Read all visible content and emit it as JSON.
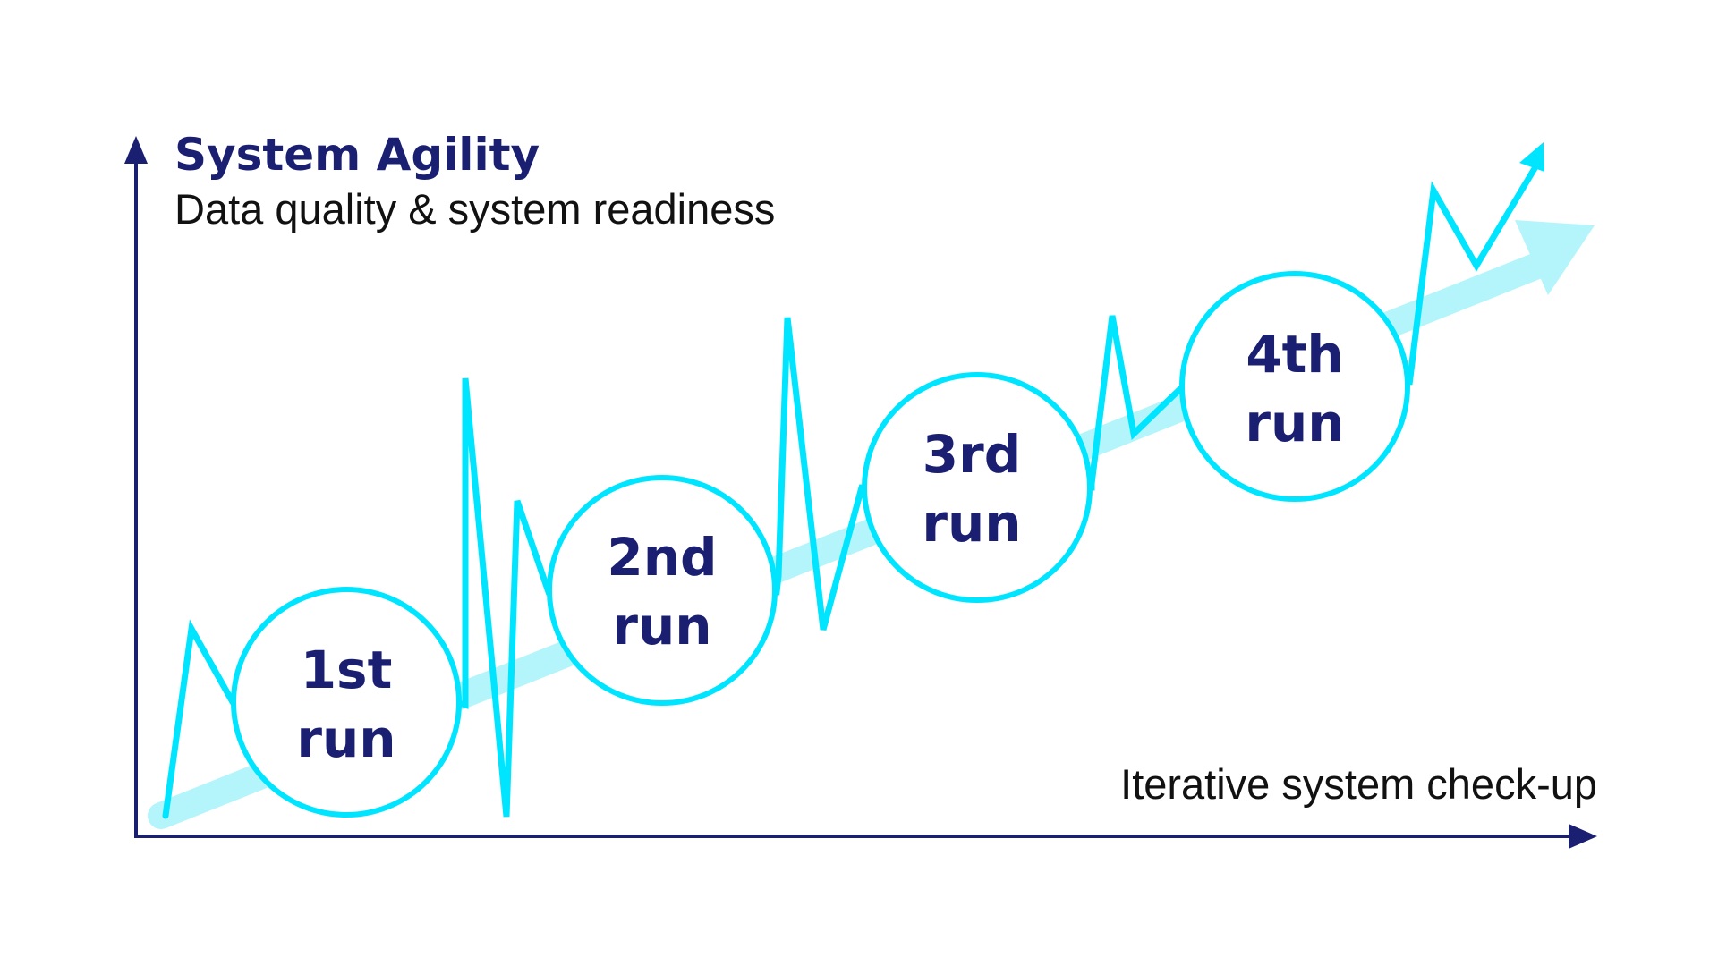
{
  "title": "System Agility",
  "subtitle": "Data quality & system readiness",
  "x_axis_label": "Iterative system check-up",
  "runs": [
    {
      "line1": "1st",
      "line2": "run"
    },
    {
      "line1": "2nd",
      "line2": "run"
    },
    {
      "line1": "3rd",
      "line2": "run"
    },
    {
      "line1": "4th",
      "line2": "run"
    }
  ],
  "colors": {
    "navy": "#1a1f71",
    "cyan": "#00e5ff",
    "trend": "#b3f5fb",
    "background": "#ffffff"
  }
}
